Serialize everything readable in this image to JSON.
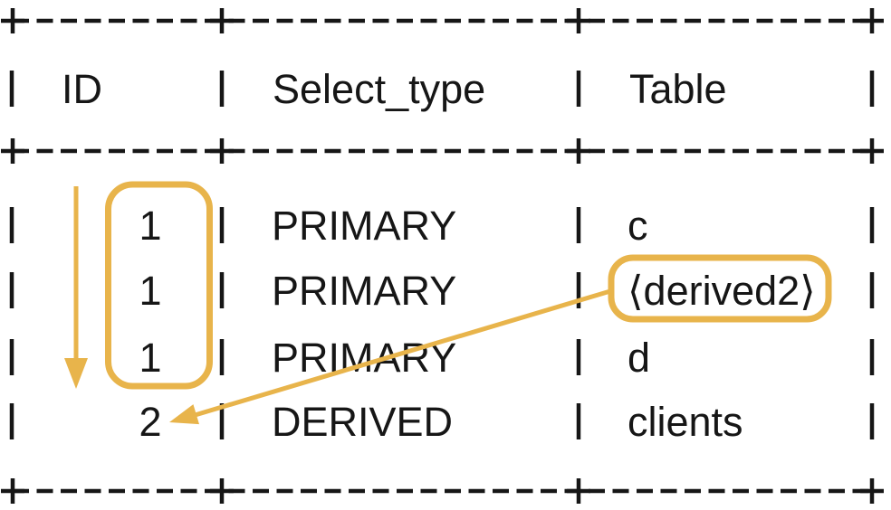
{
  "table": {
    "columns": [
      "ID",
      "Select_type",
      "Table"
    ],
    "rows": [
      {
        "id": "1",
        "select_type": "PRIMARY",
        "table": "c"
      },
      {
        "id": "1",
        "select_type": "PRIMARY",
        "table": "⟨derived2⟩"
      },
      {
        "id": "1",
        "select_type": "PRIMARY",
        "table": "d"
      },
      {
        "id": "2",
        "select_type": "DERIVED",
        "table": "clients"
      }
    ]
  },
  "colors": {
    "ink": "#161616",
    "accent": "#E8B44B",
    "background": "#FFFFFF"
  },
  "annotations": {
    "order_arrow": "down-arrow",
    "id_highlight": "rounded-outline around ID values 1,1,1",
    "derived_highlight": "rounded-outline around ⟨derived2⟩",
    "reference_arrow": "arrow from ⟨derived2⟩ to ID 2"
  }
}
